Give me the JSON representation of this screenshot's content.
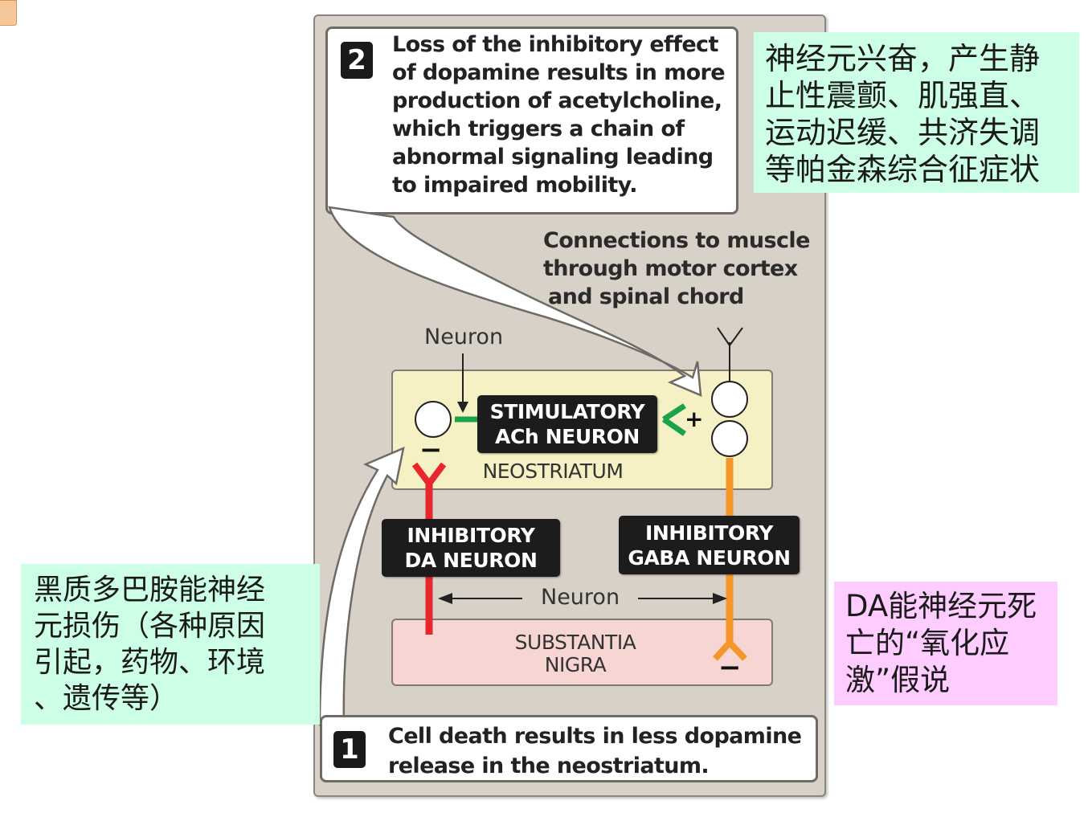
{
  "step2": {
    "number": "2",
    "lines": [
      "Loss of the inhibitory effect",
      "of dopamine results in more",
      "production of acetylcholine,",
      "which triggers a chain of",
      "abnormal signaling leading",
      "to impaired mobility."
    ]
  },
  "connections": {
    "lines": [
      "Connections to muscle",
      "through motor cortex",
      "and spinal chord"
    ]
  },
  "neuron_label_top": "Neuron",
  "neuron_label_bottom": "Neuron",
  "stimulatory": {
    "line1": "STIMULATORY",
    "line2": "ACh NEURON"
  },
  "neostriatum_label": "NEOSTRIATUM",
  "inhibitory_da": {
    "line1": "INHIBITORY",
    "line2": "DA NEURON"
  },
  "inhibitory_gaba": {
    "line1": "INHIBITORY",
    "line2": "GABA NEURON"
  },
  "substantia": {
    "line1": "SUBSTANTIA",
    "line2": "NIGRA"
  },
  "step1": {
    "number": "1",
    "lines": [
      "Cell death results in less dopamine",
      "release in the neostriatum."
    ]
  },
  "signs": {
    "plus": "+",
    "minus_da": "−",
    "minus_gaba": "−"
  },
  "notes": {
    "top": [
      "神经元兴奋，产生静",
      "止性震颤、肌强直、",
      "运动迟缓、共济失调",
      "等帕金森综合征症状"
    ],
    "left": [
      "黑质多巴胺能神经",
      "元损伤（各种原因",
      "引起，药物、环境",
      "、遗传等）"
    ],
    "right": [
      "DA能神经元死",
      "亡的“氧化应",
      "激”假说"
    ]
  },
  "colors": {
    "panel_bg": "#d8d1c8",
    "neostriatum_bg": "#f6f1c4",
    "nigra_bg": "#f6d5d3",
    "da_red": "#e8262b",
    "gaba_orange": "#f5962a",
    "ach_green": "#1aa34a",
    "note_green": "#ccffe5",
    "note_pink": "#ffccff"
  }
}
